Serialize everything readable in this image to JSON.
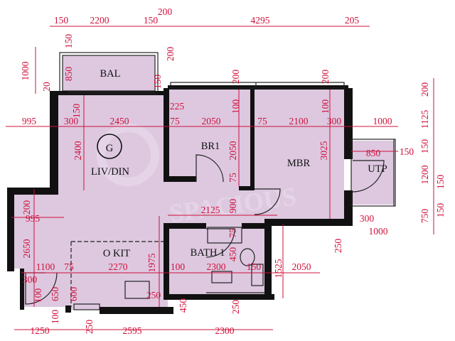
{
  "rooms": {
    "bal": "BAL",
    "liv_din": "LIV/DIN",
    "br1": "BR1",
    "mbr": "MBR",
    "utp": "UTP",
    "o_kit": "O KIT",
    "bath": "BATH 1",
    "compass_letter": "G"
  },
  "watermark": "SPACIOUS",
  "dims_top": [
    "150",
    "2200",
    "150",
    "200",
    "4295",
    "205"
  ],
  "dims_bal": [
    "1000",
    "850",
    "150",
    "20",
    "150",
    "200"
  ],
  "dims_upper": [
    "200",
    "100",
    "200",
    "100",
    "225"
  ],
  "dims_row": [
    "995",
    "300",
    "2450",
    "75",
    "2050",
    "75",
    "2100",
    "300",
    "1000"
  ],
  "dims_right_col": [
    "200",
    "1125",
    "150",
    "1200",
    "150",
    "750",
    "150"
  ],
  "dims_utp": [
    "850",
    "150"
  ],
  "dims_vertical": [
    "2400",
    "2050",
    "3025",
    "75",
    "900",
    "75"
  ],
  "dims_mid": [
    "2125",
    "995",
    "200",
    "2650",
    "300",
    "1000",
    "250"
  ],
  "dims_lower": [
    "450",
    "1975",
    "1525",
    "2050",
    "1100",
    "75",
    "2270",
    "100",
    "2300",
    "150"
  ],
  "dims_kitchen": [
    "300",
    "100",
    "650",
    "600",
    "250",
    "450",
    "250"
  ],
  "dims_bottom": [
    "100",
    "1250",
    "250",
    "2595",
    "2300"
  ],
  "colors": {
    "floor": "#ddc8e0",
    "wall": "#111111",
    "dimension": "#d0103a",
    "watermark": "#ecdff0"
  }
}
